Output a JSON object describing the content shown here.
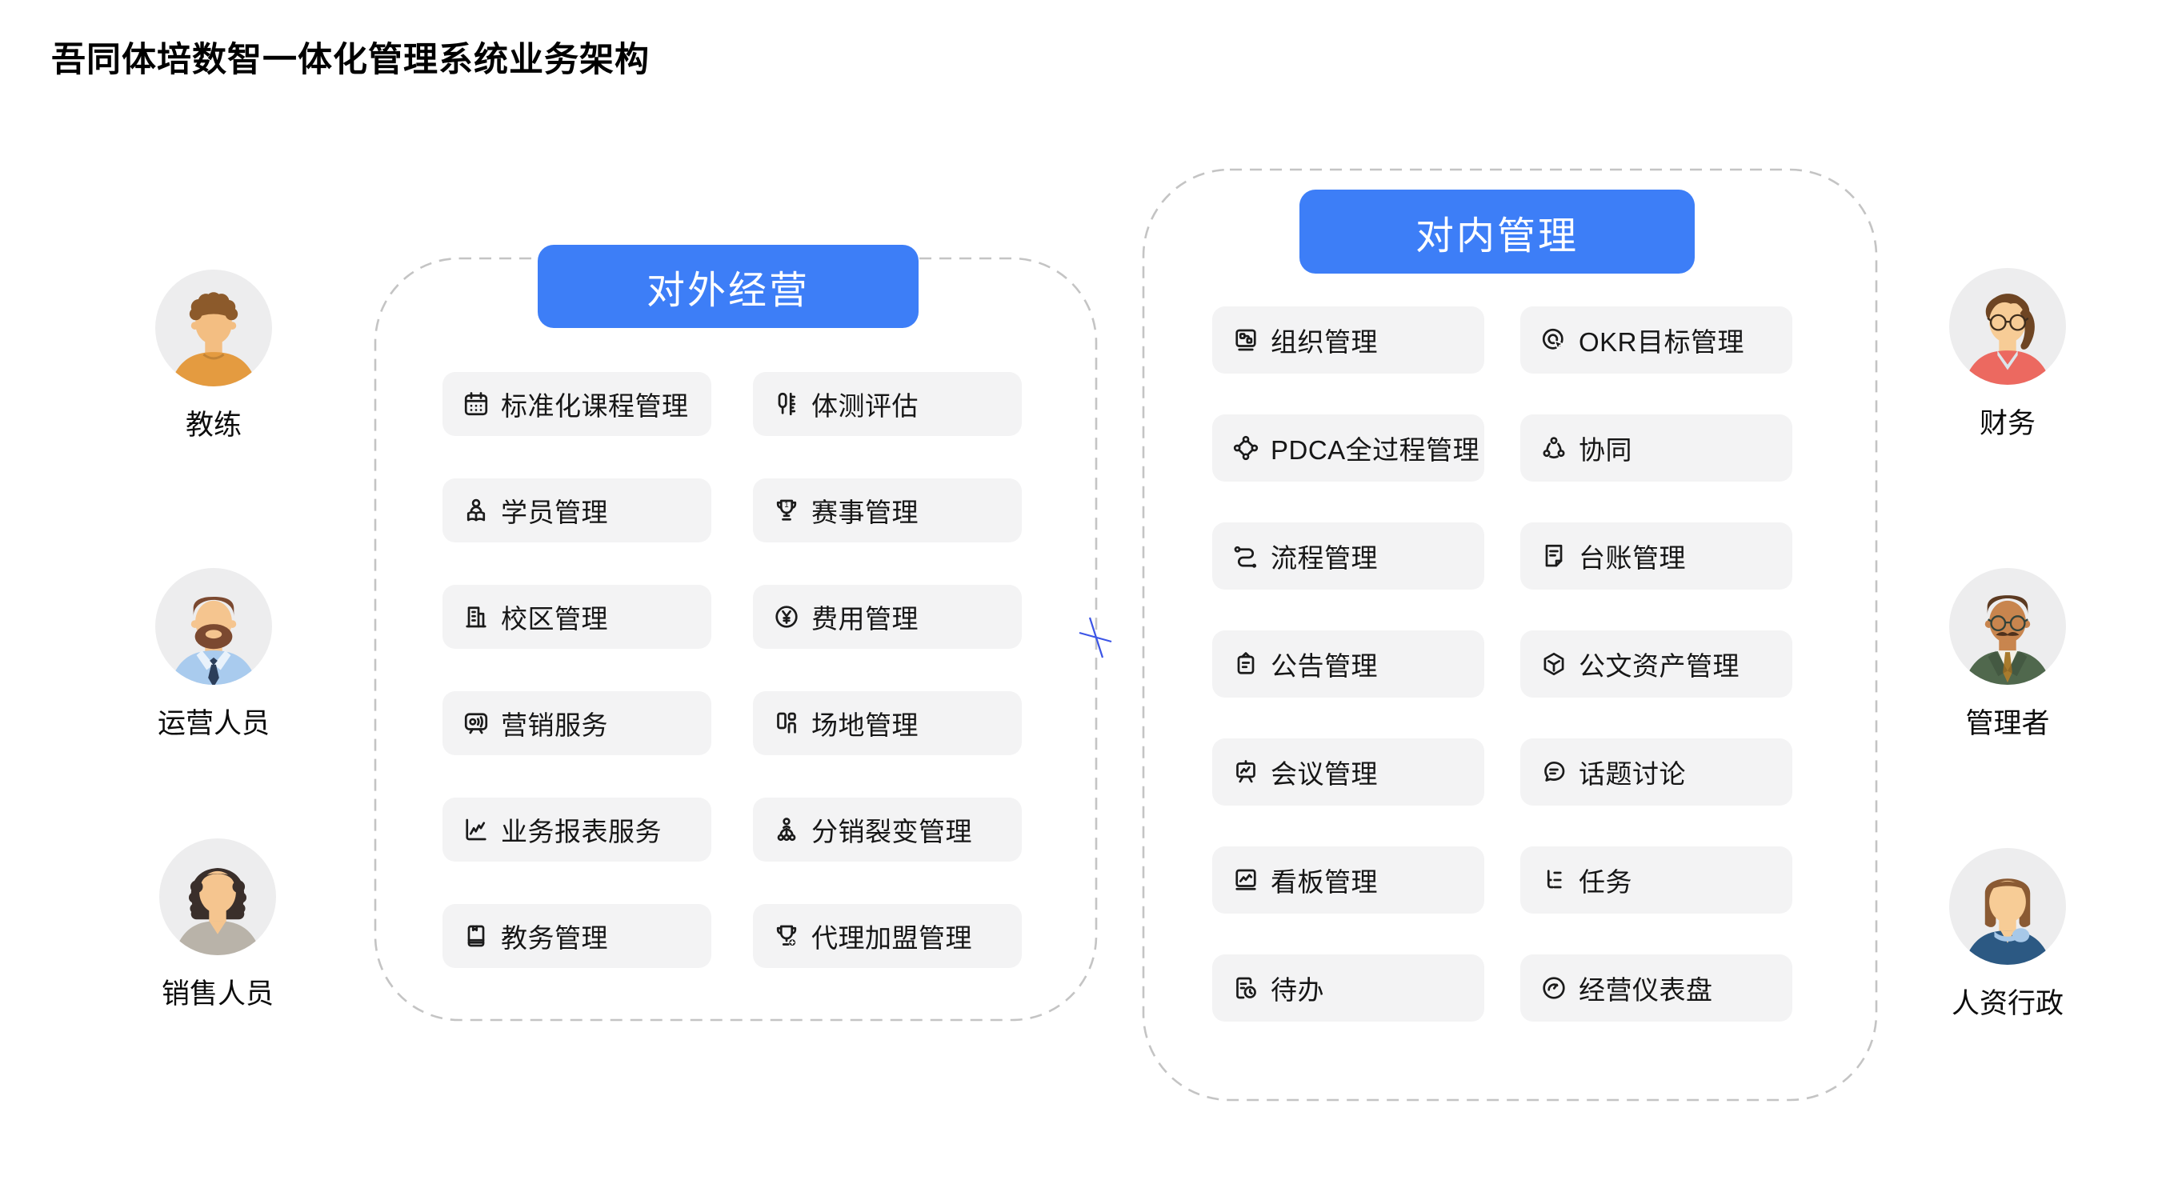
{
  "page": {
    "title": "吾同体培数智一体化管理系统业务架构"
  },
  "colors": {
    "header_blue": "#3D7EF7",
    "chip_bg": "#F3F3F4",
    "chip_text": "#161616",
    "dashed_border": "#C4C4C4",
    "avatar_circle_bg": "#EDEDEE",
    "annotation_blue": "#3C55E6"
  },
  "sections": [
    {
      "id": "external",
      "title": "对外经营",
      "items": [
        {
          "label": "标准化课程管理",
          "icon": "calendar-icon"
        },
        {
          "label": "体测评估",
          "icon": "body-measure-icon"
        },
        {
          "label": "学员管理",
          "icon": "student-icon"
        },
        {
          "label": "赛事管理",
          "icon": "trophy-first-icon"
        },
        {
          "label": "校区管理",
          "icon": "campus-icon"
        },
        {
          "label": "费用管理",
          "icon": "fee-icon"
        },
        {
          "label": "营销服务",
          "icon": "marketing-icon"
        },
        {
          "label": "场地管理",
          "icon": "venue-icon"
        },
        {
          "label": "业务报表服务",
          "icon": "report-icon"
        },
        {
          "label": "分销裂变管理",
          "icon": "distribution-icon"
        },
        {
          "label": "教务管理",
          "icon": "academic-icon"
        },
        {
          "label": "代理加盟管理",
          "icon": "agency-icon"
        }
      ]
    },
    {
      "id": "internal",
      "title": "对内管理",
      "items": [
        {
          "label": "组织管理",
          "icon": "org-icon"
        },
        {
          "label": "OKR目标管理",
          "icon": "okr-icon"
        },
        {
          "label": "PDCA全过程管理",
          "icon": "pdca-icon"
        },
        {
          "label": "协同",
          "icon": "collab-icon"
        },
        {
          "label": "流程管理",
          "icon": "process-icon"
        },
        {
          "label": "台账管理",
          "icon": "ledger-icon"
        },
        {
          "label": "公告管理",
          "icon": "announcement-icon"
        },
        {
          "label": "公文资产管理",
          "icon": "document-asset-icon"
        },
        {
          "label": "会议管理",
          "icon": "meeting-icon"
        },
        {
          "label": "话题讨论",
          "icon": "topic-icon"
        },
        {
          "label": "看板管理",
          "icon": "kanban-icon"
        },
        {
          "label": "任务",
          "icon": "task-icon"
        },
        {
          "label": "待办",
          "icon": "todo-icon"
        },
        {
          "label": "经营仪表盘",
          "icon": "dashboard-icon"
        }
      ]
    }
  ],
  "roles": {
    "left": [
      {
        "label": "教练",
        "style": "coach",
        "colors": {
          "skin": "#F3BE82",
          "hair": "#8C5A2B",
          "top": "#E49B40"
        }
      },
      {
        "label": "运营人员",
        "style": "ops",
        "colors": {
          "skin": "#F5C58F",
          "hair": "#7B4930",
          "top": "#A9CBEE",
          "tie": "#2C3E5A",
          "collar": "#E9F2FB"
        }
      },
      {
        "label": "销售人员",
        "style": "sales",
        "colors": {
          "skin": "#F5C58F",
          "hair": "#3A2F2B",
          "top": "#B9B3A9"
        }
      }
    ],
    "right": [
      {
        "label": "财务",
        "style": "finance",
        "colors": {
          "skin": "#F7CC96",
          "hair": "#6E4523",
          "top": "#EC6960",
          "collar": "#DCE5EA"
        }
      },
      {
        "label": "管理者",
        "style": "manager",
        "colors": {
          "skin": "#C8854E",
          "hair": "#5C3A21",
          "top": "#50684D",
          "shirt": "#F4F1E8",
          "tie": "#A87B2D"
        }
      },
      {
        "label": "人资行政",
        "style": "hr",
        "colors": {
          "skin": "#F7CC96",
          "hair": "#8A5A33",
          "top": "#2C5983",
          "scarf": "#A7C8E8"
        }
      }
    ]
  },
  "annotation": {
    "label": "x-mark",
    "color": "#3C55E6"
  }
}
